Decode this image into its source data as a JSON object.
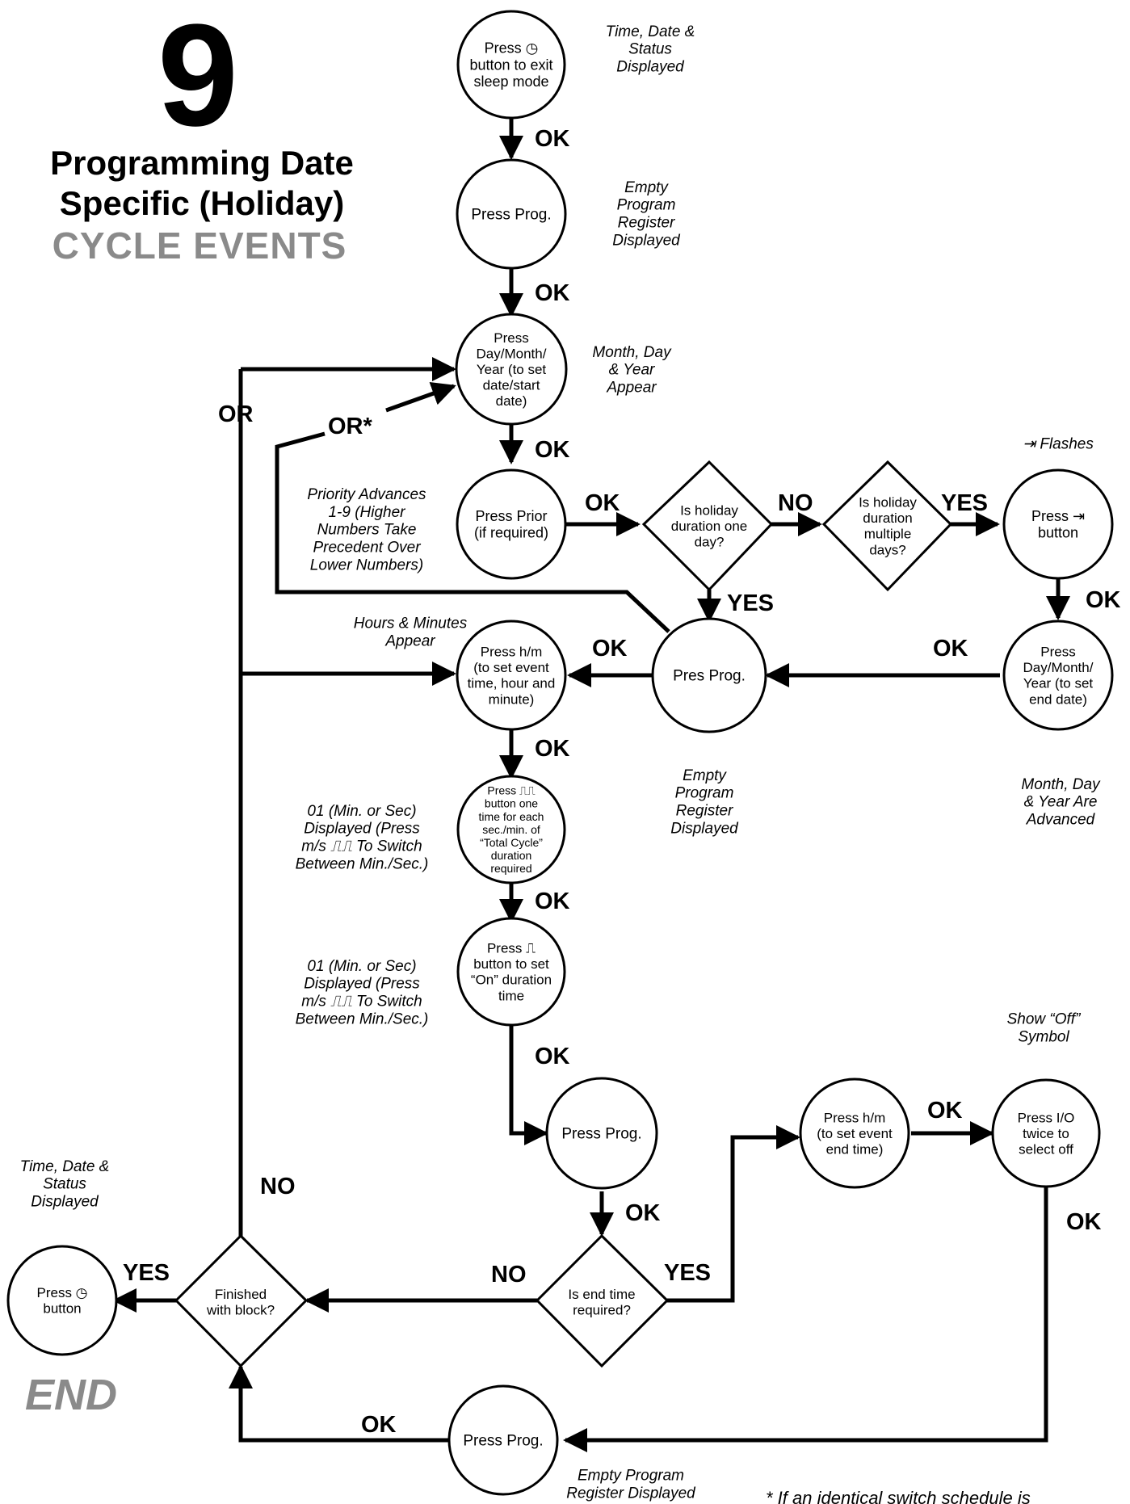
{
  "header": {
    "number": "9",
    "title_line1": "Programming Date",
    "title_line2": "Specific (Holiday)",
    "title_line3": "CYCLE EVENTS"
  },
  "end_label": "END",
  "footnote": "* If an identical switch schedule is",
  "nodes": {
    "n1": [
      "Press ◷",
      "button to exit",
      "sleep mode"
    ],
    "n2": [
      "Press Prog."
    ],
    "n3": [
      "Press",
      "Day/Month/",
      "Year (to set",
      "date/start",
      "date)"
    ],
    "n4": [
      "Press Prior",
      "(if required)"
    ],
    "d1": [
      "Is holiday",
      "duration one",
      "day?"
    ],
    "d2": [
      "Is holiday",
      "duration",
      "multiple",
      "days?"
    ],
    "n5": [
      "Press ⇥",
      "button"
    ],
    "n6": [
      "Press",
      "Day/Month/",
      "Year (to set",
      "end date)"
    ],
    "n7": [
      "Pres Prog."
    ],
    "n8": [
      "Press h/m",
      "(to set event",
      "time, hour and",
      "minute)"
    ],
    "n9": [
      "Press ⎍⎍",
      "button one",
      "time for each",
      "sec./min. of",
      "“Total Cycle”",
      "duration",
      "required"
    ],
    "n10": [
      "Press ⎍",
      "button to set",
      "“On” duration",
      "time"
    ],
    "n11": [
      "Press Prog."
    ],
    "d3": [
      "Is end time",
      "required?"
    ],
    "n12": [
      "Press h/m",
      "(to set event",
      "end time)"
    ],
    "n13": [
      "Press I/O",
      "twice to",
      "select off"
    ],
    "n14": [
      "Press Prog."
    ],
    "d4": [
      "Finished",
      "with block?"
    ],
    "n15": [
      "Press ◷",
      "button"
    ]
  },
  "notes": {
    "note1": [
      "Time, Date &",
      "Status",
      "Displayed"
    ],
    "note2": [
      "Empty",
      "Program",
      "Register",
      "Displayed"
    ],
    "note3": [
      "Month, Day",
      "& Year",
      "Appear"
    ],
    "note4": [
      "⇥  Flashes"
    ],
    "note5": [
      "Priority Advances",
      "1-9 (Higher",
      "Numbers Take",
      "Precedent Over",
      "Lower Numbers)"
    ],
    "note6": [
      "Hours & Minutes",
      "Appear"
    ],
    "note7": [
      "Empty",
      "Program",
      "Register",
      "Displayed"
    ],
    "note8": [
      "Month, Day",
      "& Year Are",
      "Advanced"
    ],
    "note9": [
      "01 (Min. or Sec)",
      "Displayed (Press",
      "m/s ⎍⎍ To Switch",
      "Between Min./Sec.)"
    ],
    "note10": [
      "01 (Min. or Sec)",
      "Displayed (Press",
      "m/s ⎍⎍ To Switch",
      "Between Min./Sec.)"
    ],
    "note11": [
      "Show “Off”",
      "Symbol"
    ],
    "note12": [
      "Time, Date &",
      "Status",
      "Displayed"
    ],
    "note13": [
      "Empty Program",
      "Register Displayed"
    ]
  },
  "edge_labels": {
    "ok_n1_n2": "OK",
    "ok_n2_n3": "OK",
    "ok_n3_n4": "OK",
    "ok_n4_d1": "OK",
    "no_d1_d2": "NO",
    "yes_d2_n5": "YES",
    "ok_n5_n6": "OK",
    "ok_n6_n7": "OK",
    "yes_d1_n7": "YES",
    "ok_n7_n8": "OK",
    "or_loop": "OR",
    "or_star": "OR*",
    "ok_n8_n9": "OK",
    "ok_n9_n10": "OK",
    "ok_n10_n11": "OK",
    "ok_n11_d3": "OK",
    "yes_d3_n12": "YES",
    "no_d3_d4": "NO",
    "ok_n12_n13": "OK",
    "ok_n13_n14": "OK",
    "ok_n14_d4": "OK",
    "yes_d4_n15": "YES",
    "no_d4_loop": "NO"
  }
}
